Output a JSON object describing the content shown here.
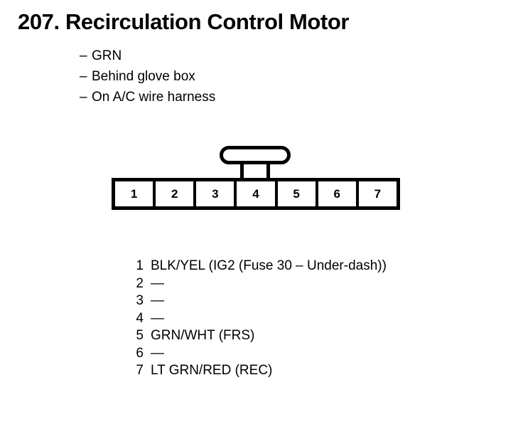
{
  "title": "207.  Recirculation Control Motor",
  "notes": [
    {
      "dash": "–",
      "text": "GRN"
    },
    {
      "dash": "–",
      "text": "Behind glove box"
    },
    {
      "dash": "–",
      "text": "On A/C wire harness"
    }
  ],
  "connector": {
    "pin_count": 7,
    "cells": [
      "1",
      "2",
      "3",
      "4",
      "5",
      "6",
      "7"
    ],
    "tab_position_over_pin": "4"
  },
  "pins": [
    {
      "number": "1",
      "description": "BLK/YEL (IG2 (Fuse 30 – Under-dash))"
    },
    {
      "number": "2",
      "description": "—"
    },
    {
      "number": "3",
      "description": "—"
    },
    {
      "number": "4",
      "description": "—"
    },
    {
      "number": "5",
      "description": "GRN/WHT (FRS)"
    },
    {
      "number": "6",
      "description": "—"
    },
    {
      "number": "7",
      "description": "LT GRN/RED (REC)"
    }
  ],
  "colors": {
    "ink": "#000000",
    "paper": "#ffffff"
  }
}
